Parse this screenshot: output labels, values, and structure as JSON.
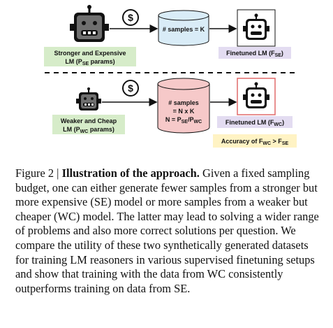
{
  "figure": {
    "top": {
      "model_label_line1": "Stronger and Expensive",
      "model_label_line2": "LM (P",
      "model_label_sub": "SE",
      "model_label_tail": " params)",
      "cost_symbol": "$",
      "dataset_label": "# samples = K",
      "finetuned_prefix": "Finetuned LM (F",
      "finetuned_sub": "SE",
      "finetuned_suffix": ")"
    },
    "bottom": {
      "model_label_line1": "Weaker and Cheap",
      "model_label_line2": "LM (P",
      "model_label_sub": "WC",
      "model_label_tail": " params)",
      "cost_symbol": "$",
      "dataset_line1": "# samples",
      "dataset_line2": "= N x K",
      "dataset_line3_prefix": "N = P",
      "dataset_line3_sub1": "SE",
      "dataset_line3_mid": "/P",
      "dataset_line3_sub2": "WC",
      "finetuned_prefix": "Finetuned LM (F",
      "finetuned_sub": "WC",
      "finetuned_suffix": ")",
      "accuracy_prefix": "Accuracy of F",
      "accuracy_sub1": "WC",
      "accuracy_mid": " > F",
      "accuracy_sub2": "SE"
    },
    "colors": {
      "model_label_bg": "#d6ecc9",
      "finetuned_label_bg": "#e3dcf1",
      "top_dataset_fill": "#d9ecf7",
      "bottom_dataset_fill": "#f6c9c9",
      "accuracy_bg": "#fff3c4",
      "robot_bottom_border": "#e06a6a"
    }
  },
  "caption": {
    "label": "Figure 2 | ",
    "title": "Illustration of the approach.",
    "body": " Given a fixed sampling budget, one can either generate fewer samples from a stronger but more expensive (SE) model or more samples from a weaker but cheaper (WC) model. The latter may lead to solving a wider range of problems and also more correct solutions per question. We compare the utility of these two synthetically generated datasets for training LM reasoners in various supervised finetuning setups and show that training with the data from WC consistently outperforms training on data from SE."
  }
}
